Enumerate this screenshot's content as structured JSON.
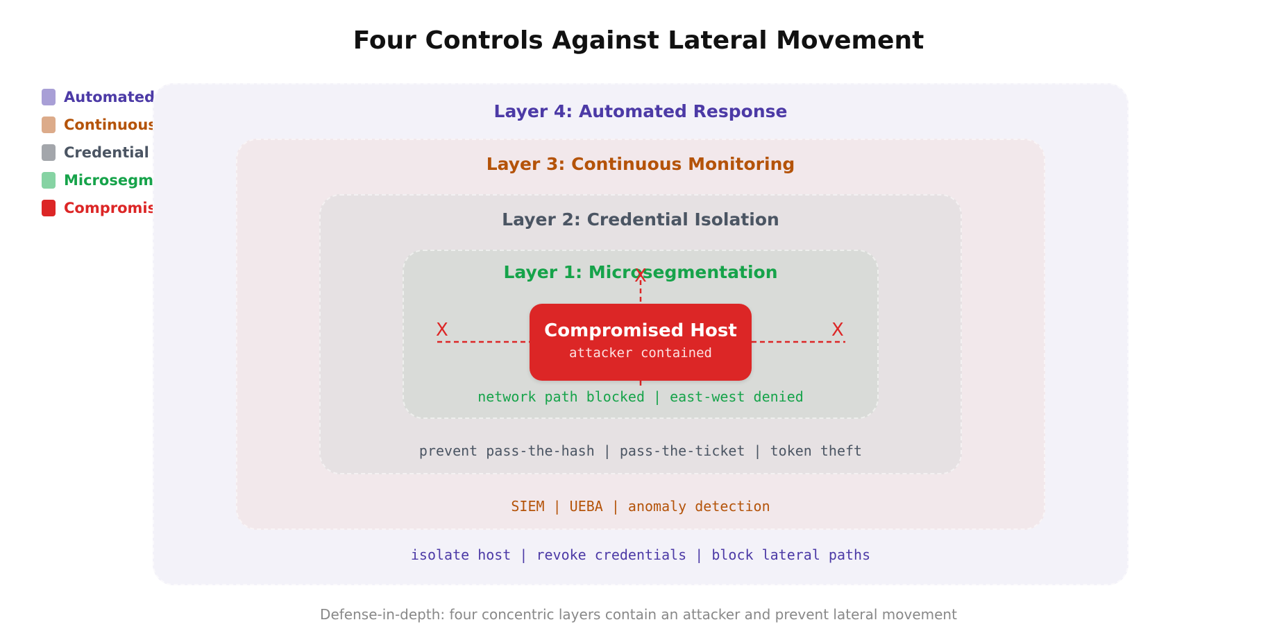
{
  "title": "Four Controls Against Lateral Movement",
  "legend": [
    {
      "label": "Automated Response",
      "swatch": "#a89fd6",
      "color": "#4c3aa6"
    },
    {
      "label": "Continuous Monitoring",
      "swatch": "#dcab8a",
      "color": "#b45309"
    },
    {
      "label": "Credential Isolation",
      "swatch": "#a3a6ab",
      "color": "#4b5563"
    },
    {
      "label": "Microsegmentation",
      "swatch": "#86d3a3",
      "color": "#16a34a"
    },
    {
      "label": "Compromised Host",
      "swatch": "#dc2626",
      "color": "#dc2626"
    }
  ],
  "layers": {
    "layer4": {
      "title": "Layer 4: Automated Response",
      "caption": "isolate host | revoke credentials | block lateral paths",
      "color": "#4c3aa6"
    },
    "layer3": {
      "title": "Layer 3: Continuous Monitoring",
      "caption": "SIEM | UEBA | anomaly detection",
      "color": "#b45309"
    },
    "layer2": {
      "title": "Layer 2: Credential Isolation",
      "caption": "prevent pass-the-hash | pass-the-ticket | token theft",
      "color": "#4b5563"
    },
    "layer1": {
      "title": "Layer 1: Microsegmentation",
      "caption": "network path blocked | east-west denied",
      "color": "#16a34a"
    }
  },
  "host": {
    "title": "Compromised Host",
    "subtitle": "attacker contained",
    "color": "#dc2626"
  },
  "blocked_marker": "X",
  "footnote": "Defense-in-depth: four concentric layers contain an attacker and prevent lateral movement"
}
